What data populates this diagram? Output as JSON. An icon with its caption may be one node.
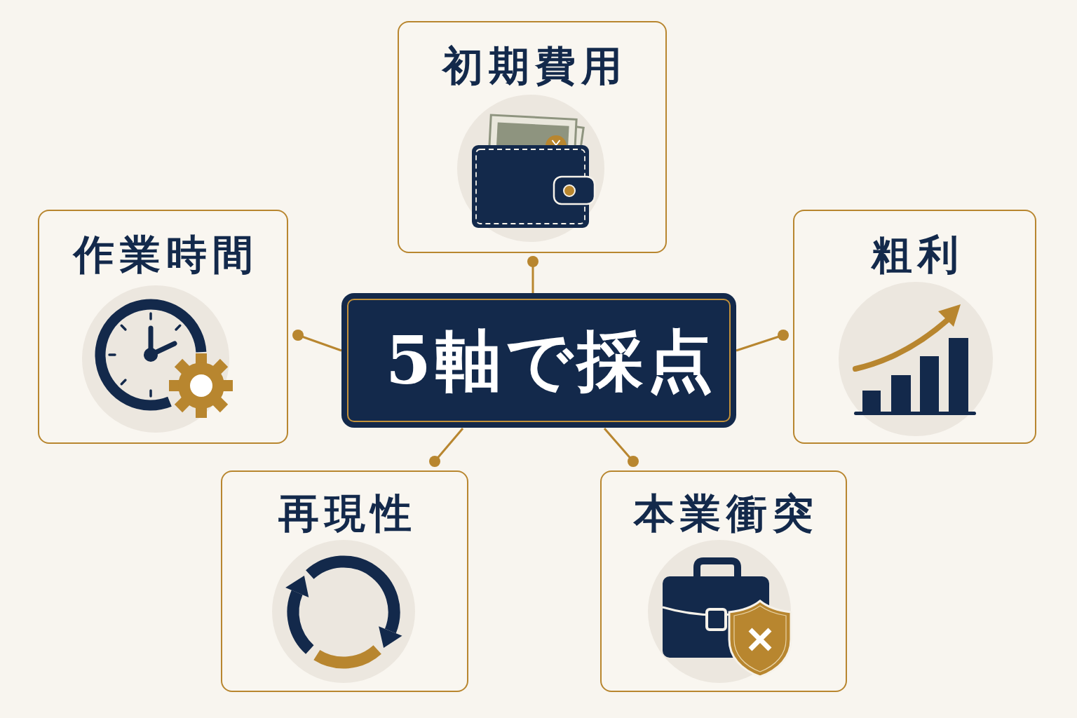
{
  "diagram": {
    "nodes": [
      {
        "text": [
          "初期費用"
        ]
      },
      {
        "text": [
          "作業時間"
        ]
      },
      {
        "text": [
          "5軸で採点"
        ]
      },
      {
        "text": [
          "粗利"
        ]
      },
      {
        "text": [
          "再現性"
        ]
      },
      {
        "text": [
          "本業衝突"
        ]
      }
    ],
    "edges": [
      {
        "from": 2,
        "to": 0,
        "arrow": "other"
      },
      {
        "from": 2,
        "to": 1,
        "arrow": "other"
      },
      {
        "from": 2,
        "to": 3,
        "arrow": "other"
      },
      {
        "from": 2,
        "to": 4,
        "arrow": "other"
      },
      {
        "from": 2,
        "to": 5,
        "arrow": "other"
      }
    ]
  }
}
